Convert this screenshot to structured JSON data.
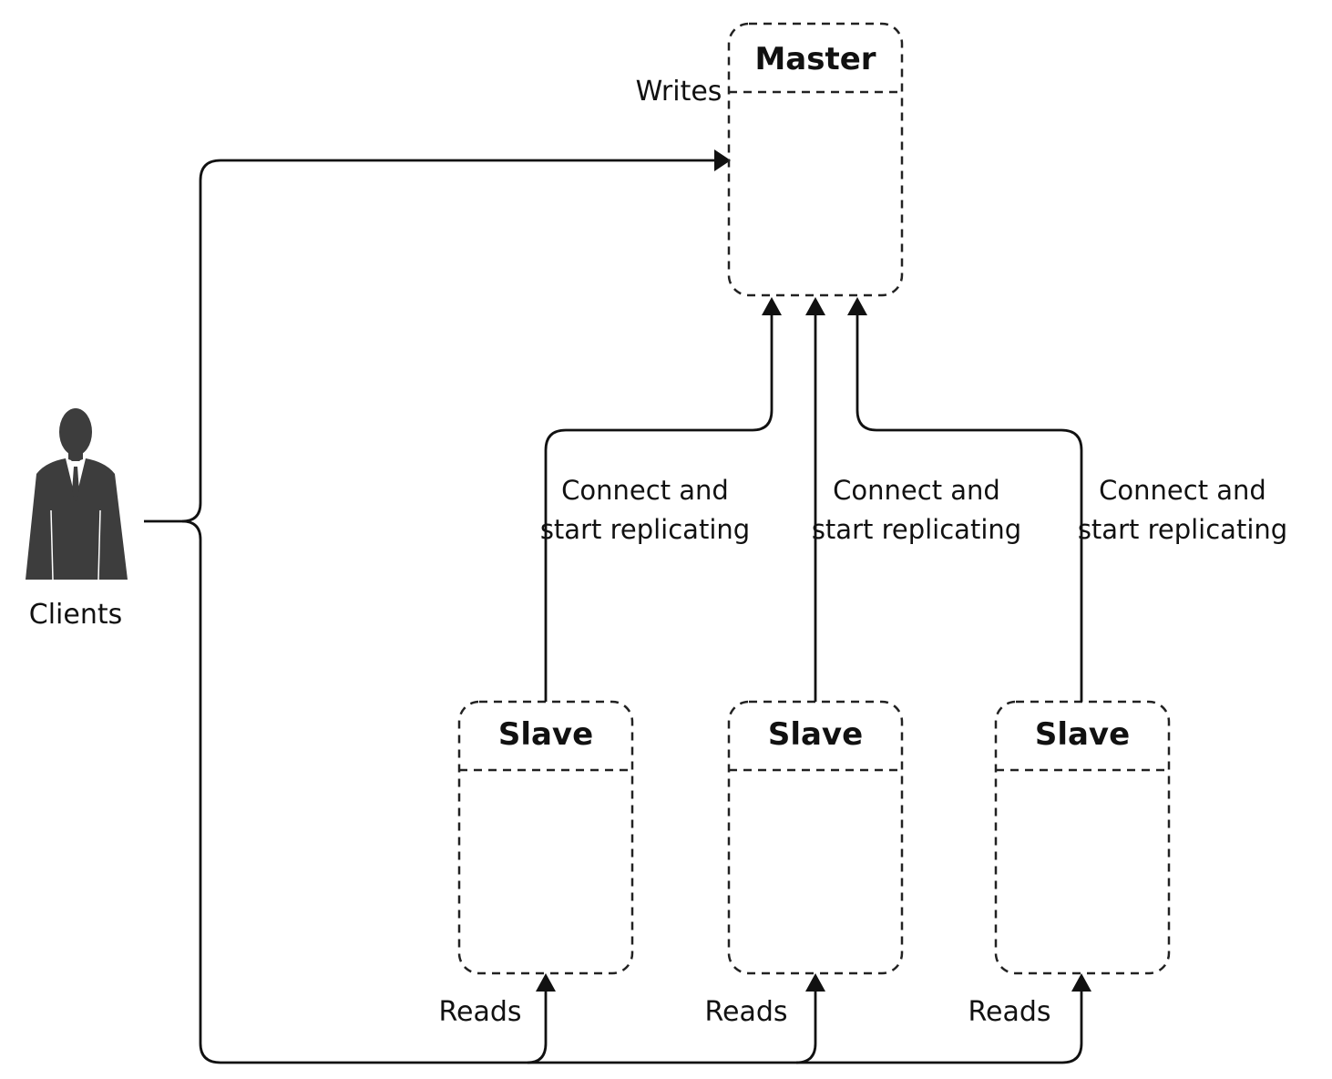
{
  "master": {
    "title": "Master"
  },
  "slaves": [
    {
      "title": "Slave",
      "read_label": "Reads",
      "replicate_label": [
        "Connect and",
        "start replicating"
      ]
    },
    {
      "title": "Slave",
      "read_label": "Reads",
      "replicate_label": [
        "Connect and",
        "start replicating"
      ]
    },
    {
      "title": "Slave",
      "read_label": "Reads",
      "replicate_label": [
        "Connect and",
        "start replicating"
      ]
    }
  ],
  "clients": {
    "label": "Clients",
    "icon": "person-icon"
  },
  "writes_label": "Writes",
  "colors": {
    "figure": "#3d3d3d",
    "ink": "#111111"
  }
}
